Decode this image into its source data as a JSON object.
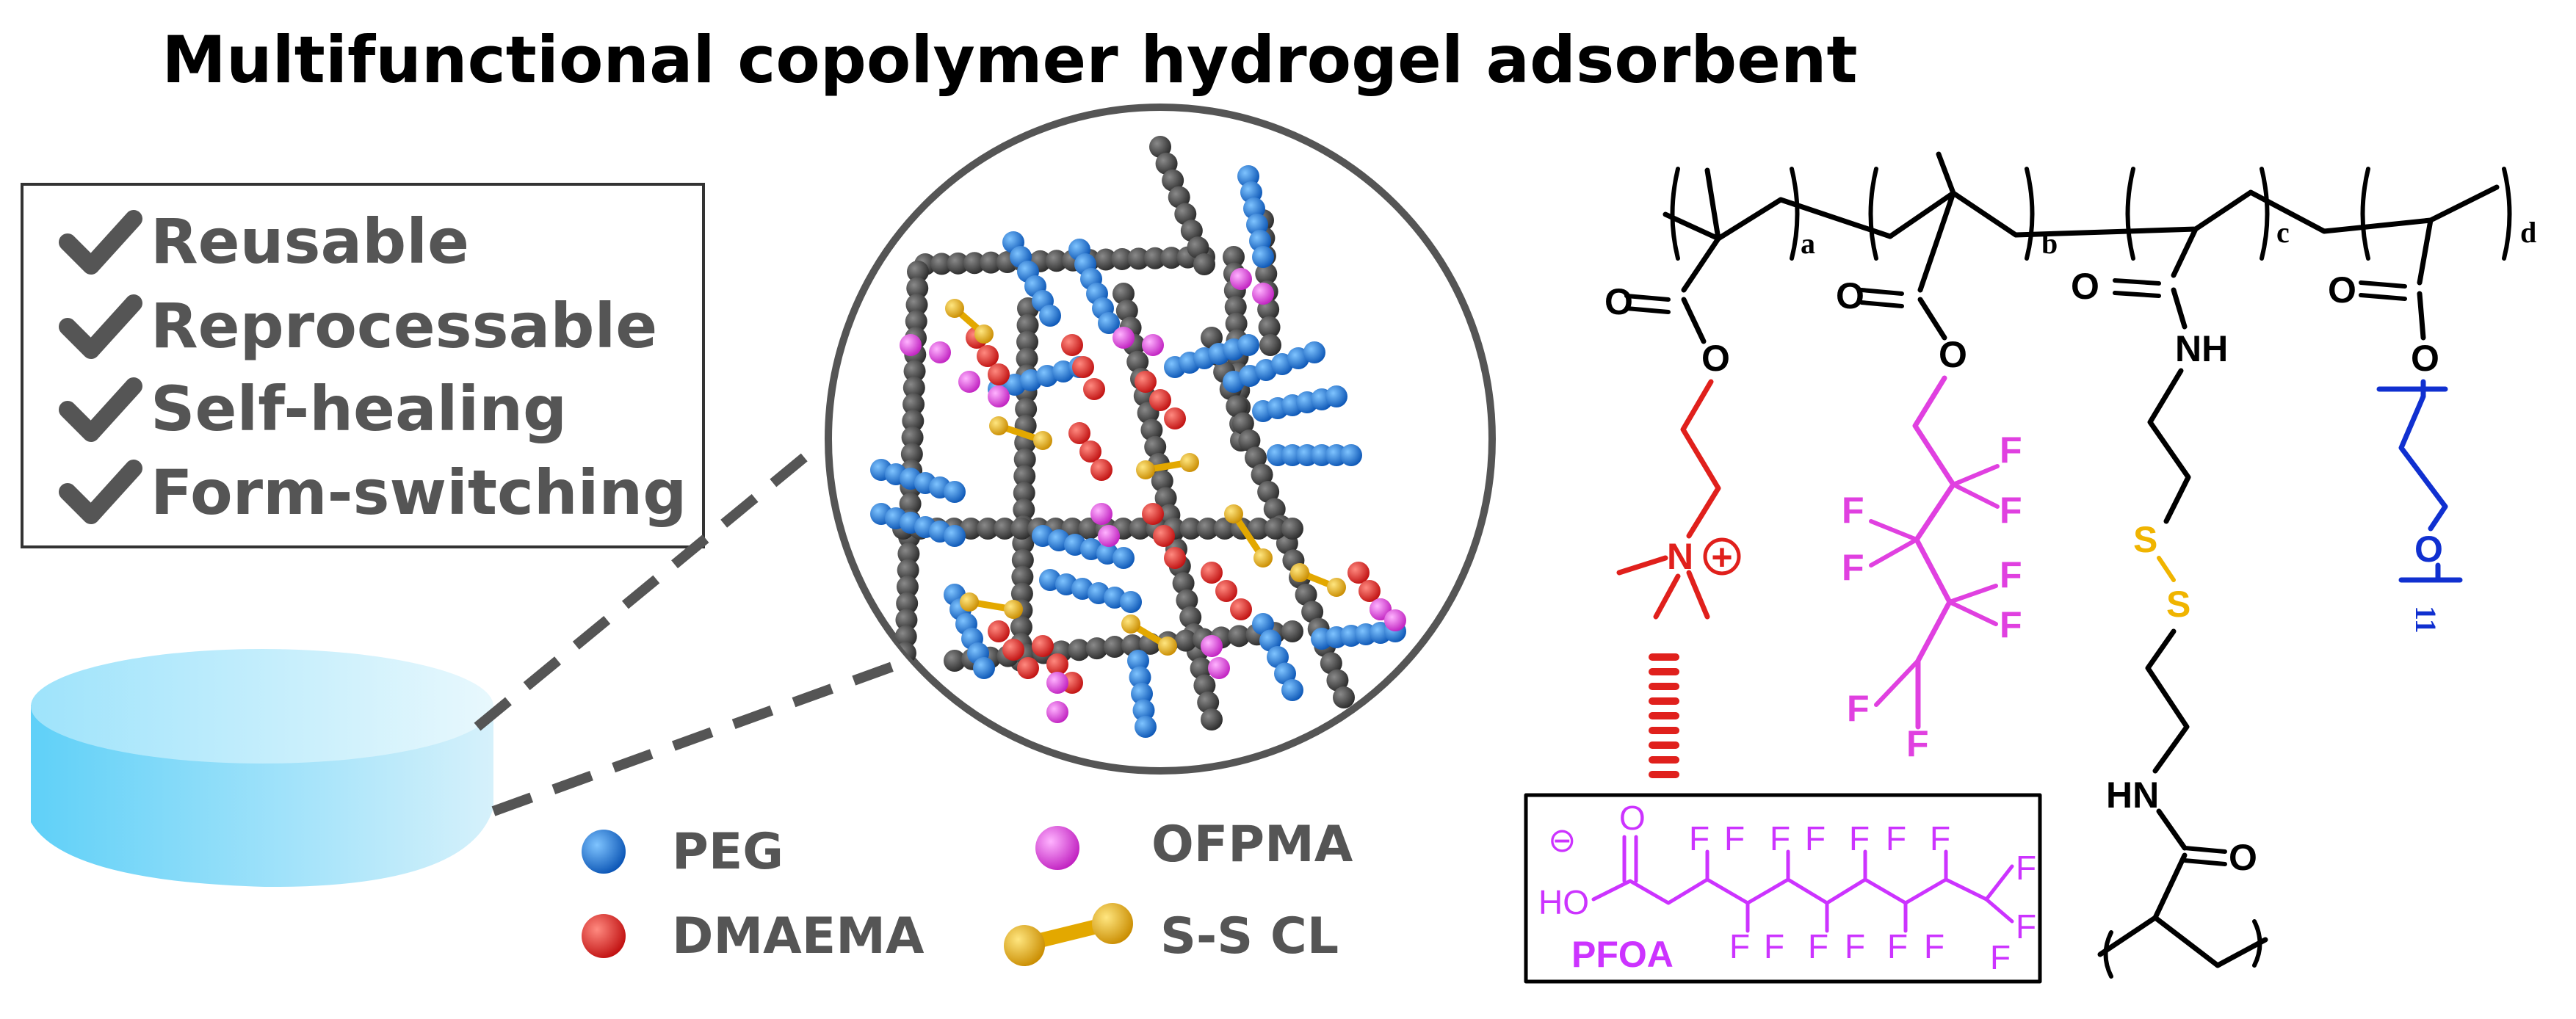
{
  "title": "Multifunctional copolymer hydrogel adsorbent",
  "features": [
    "Reusable",
    "Reprocessable",
    "Self-healing",
    "Form-switching"
  ],
  "legend": {
    "peg": "PEG",
    "dmaema": "DMAEMA",
    "ofpma": "OFPMA",
    "ss_cl": "S-S CL"
  },
  "structure": {
    "subscripts": [
      "a",
      "b",
      "c",
      "d"
    ],
    "carbonyl_o": "O",
    "ester_o": "O",
    "nitrogen": "N",
    "plus_charge": "+",
    "fluorine": "F",
    "amide_nh": "NH",
    "amide_hn": "HN",
    "sulfur": "S",
    "peg_repeat": "11",
    "pfoa_label": "PFOA",
    "pfoa_minus": "⊖",
    "pfoa_ho": "HO",
    "pfoa_o": "O"
  },
  "colors": {
    "peg": "#1a6fd6",
    "dmaema": "#e0201c",
    "ofpma": "#e040e0",
    "crosslinker": "#f0b400",
    "backbone": "#3c3c3c",
    "pfoa": "#cc33ff",
    "disk": "#7fd6f6"
  }
}
